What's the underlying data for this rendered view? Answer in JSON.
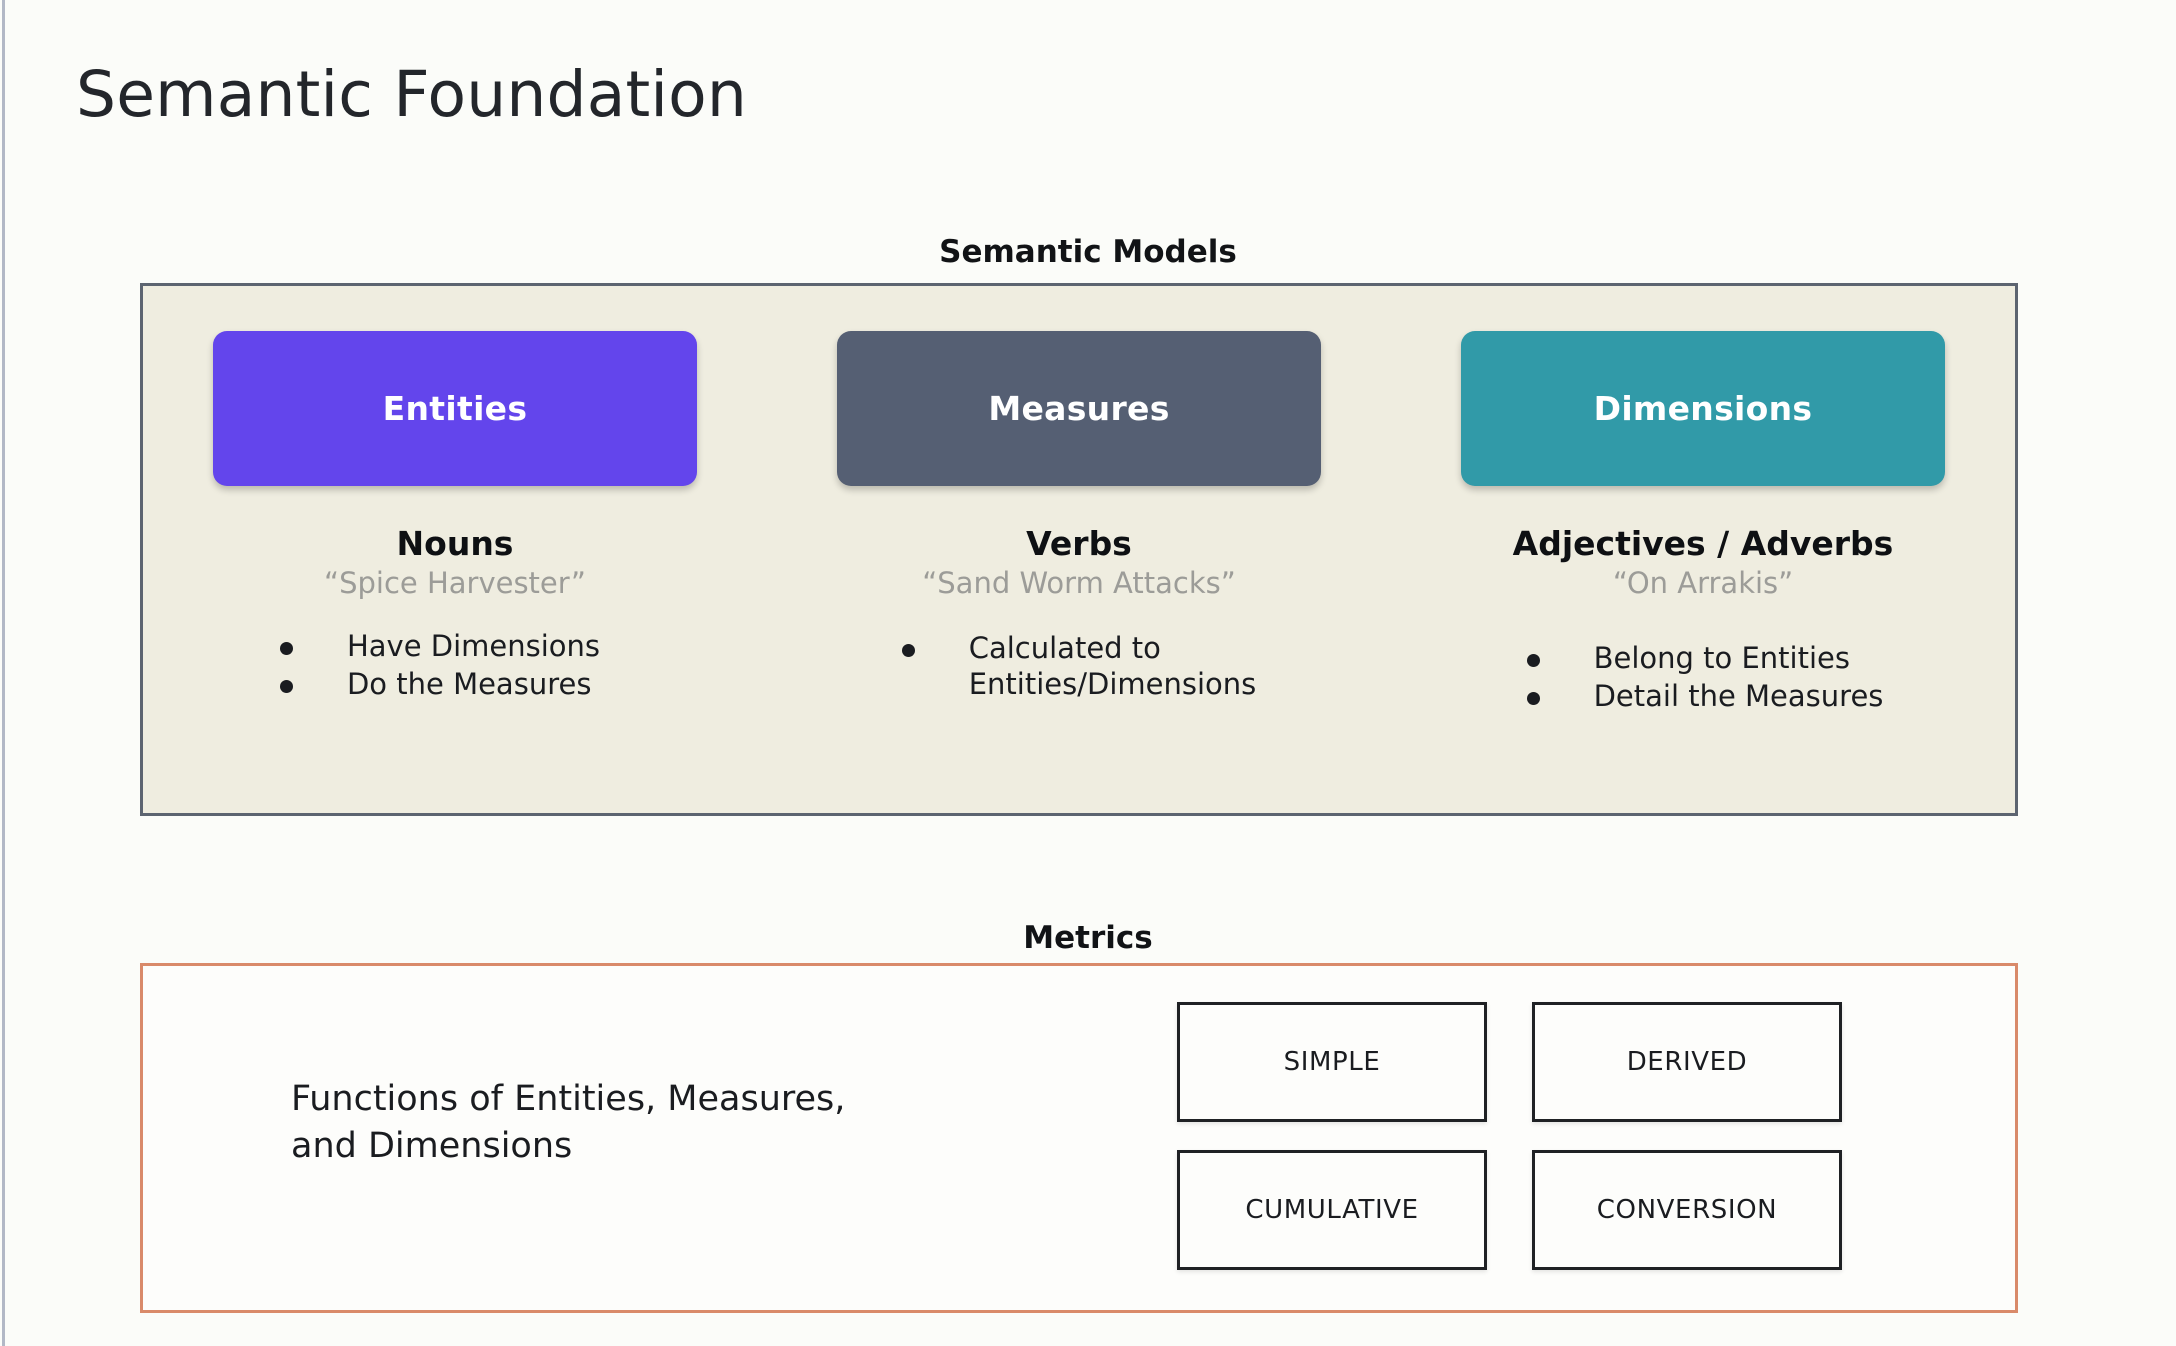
{
  "slide": {
    "title": "Semantic Foundation",
    "background_color": "#fbfcf9"
  },
  "semantic_models": {
    "heading": "Semantic Models",
    "panel_background": "#efede0",
    "panel_border_color": "#5c6470",
    "columns": [
      {
        "pill_label": "Entities",
        "pill_color": "#6345ec",
        "part_of_speech": "Nouns",
        "example": "“Spice Harvester”",
        "bullets": [
          "Have Dimensions",
          "Do the Measures"
        ]
      },
      {
        "pill_label": "Measures",
        "pill_color": "#555f73",
        "part_of_speech": "Verbs",
        "example": "“Sand Worm Attacks”",
        "bullets": [
          "Calculated to\nEntities/Dimensions"
        ]
      },
      {
        "pill_label": "Dimensions",
        "pill_color": "#319aa8",
        "part_of_speech": "Adjectives / Adverbs",
        "example": "“On Arrakis”",
        "bullets": [
          "Belong to Entities",
          "Detail the Measures"
        ]
      }
    ]
  },
  "metrics": {
    "heading": "Metrics",
    "panel_border_color": "#d98a6a",
    "description": "Functions of Entities, Measures,\nand Dimensions",
    "types": [
      "SIMPLE",
      "DERIVED",
      "CUMULATIVE",
      "CONVERSION"
    ]
  }
}
